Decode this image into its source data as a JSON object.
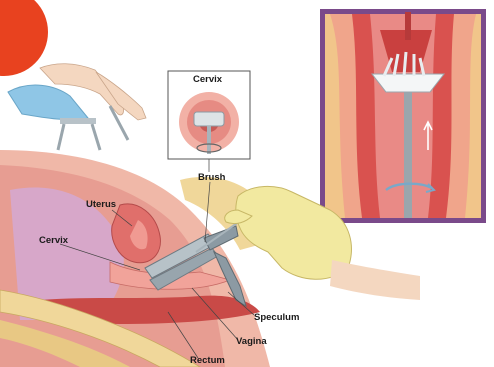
{
  "labels": {
    "cervix_inset": "Cervix",
    "brush": "Brush",
    "uterus": "Uterus",
    "cervix": "Cervix",
    "speculum": "Speculum",
    "vagina": "Vagina",
    "rectum": "Rectum"
  },
  "colors": {
    "accent_badge": "#e8421f",
    "inset_frame": "#7a4a8a",
    "tissue_pink": "#e98a86",
    "tissue_red": "#c9403f",
    "fat_yellow": "#f0d79a",
    "glove": "#f2e9a0",
    "metal": "#8c9aa3"
  }
}
